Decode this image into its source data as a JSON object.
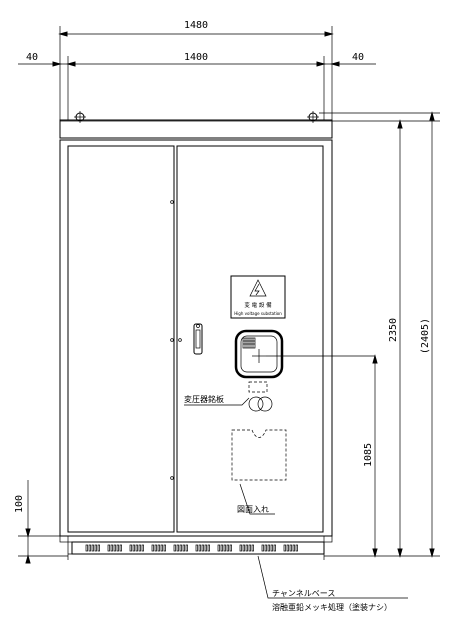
{
  "dimensions": {
    "overall_width": "1480",
    "inner_width": "1400",
    "left_margin": "40",
    "right_margin": "40",
    "body_height": "2350",
    "total_height": "(2405)",
    "window_height": "1085",
    "base_height": "100"
  },
  "sign": {
    "title": "変 電 設 備",
    "subtitle": "High voltage substation"
  },
  "labels": {
    "nameplate": "変圧器銘板",
    "drawing_pocket": "図面入れ",
    "channel_base": "チャンネルベース",
    "base_finish": "溶融亜鉛メッキ処理（塗装ナシ）"
  },
  "colors": {
    "line": "#000000",
    "background": "#ffffff"
  }
}
